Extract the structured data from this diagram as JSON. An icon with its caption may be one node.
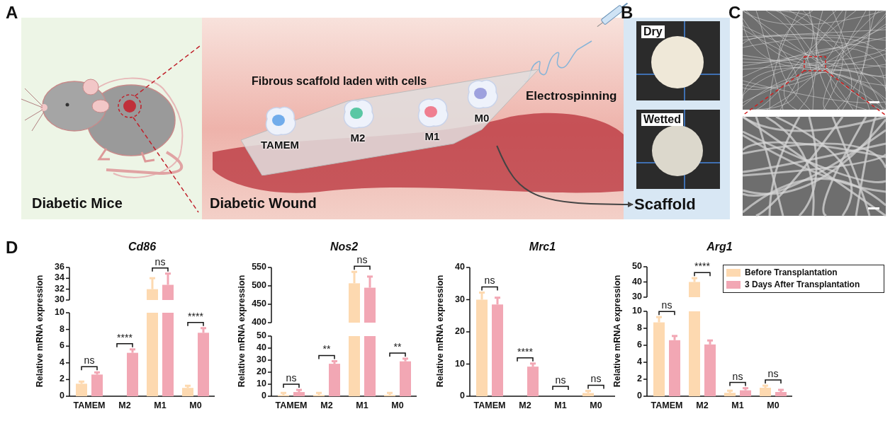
{
  "diagram": {
    "nodes": [
      {
        "text": [
          "Fibrous scaffold laden with cells"
        ]
      },
      {
        "text": [
          "TAMEM"
        ],
        "in": 0
      },
      {
        "text": [
          "M2"
        ],
        "in": 0
      },
      {
        "text": [
          "M1"
        ],
        "in": 0
      },
      {
        "text": [
          "M0"
        ],
        "in": 0
      },
      {
        "text": [
          "Scaffold"
        ]
      }
    ],
    "edges": [
      {
        "from": 0,
        "to": 5,
        "arrow": "to"
      }
    ],
    "labels": [
      "A",
      "Diabetic Mice",
      "Diabetic Wound",
      "Electrospinning",
      "B",
      "Dry",
      "Wetted",
      "C",
      "D",
      "Cd86",
      "Relative mRNA expression",
      "36",
      "34",
      "32",
      "30",
      "10",
      "8",
      "6",
      "4",
      "2",
      "0",
      "TAMEM",
      "M2",
      "M1",
      "M0",
      "ns",
      "****",
      "ns",
      "****",
      "Nos2",
      "Relative mRNA expression",
      "550",
      "500",
      "450",
      "400",
      "50",
      "40",
      "30",
      "20",
      "10",
      "0",
      "TAMEM",
      "M2",
      "M1",
      "M0",
      "ns",
      "**",
      "ns",
      "**",
      "Mrc1",
      "Relative mRNA expression",
      "40",
      "30",
      "20",
      "10",
      "0",
      "TAMEM",
      "M2",
      "M1",
      "M0",
      "ns",
      "****",
      "ns",
      "ns",
      "Arg1",
      "Relative mRNA expression",
      "50",
      "40",
      "30",
      "10",
      "8",
      "6",
      "4",
      "2",
      "0",
      "TAMEM",
      "M2",
      "M1",
      "M0",
      "ns",
      "****",
      "ns",
      "ns"
    ],
    "legend": [
      {
        "text": "Before Transplantation",
        "color": "#fdd9b0"
      },
      {
        "text": "3 Days After Transplantation",
        "color": "#f2a7b4"
      }
    ]
  }
}
